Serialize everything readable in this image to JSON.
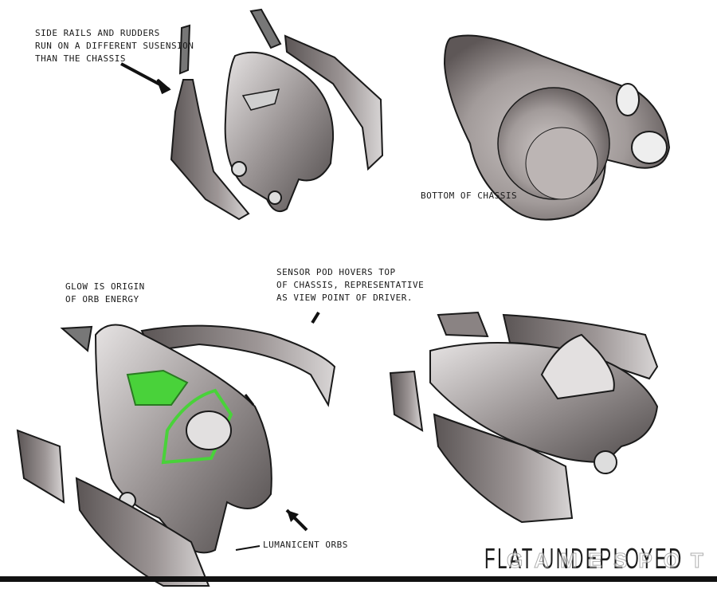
{
  "notes": {
    "side_rails": "SIDE RAILS AND RUDDERS\nRUN ON A DIFFERENT SUSENSION\nTHAN THE CHASSIS",
    "bottom": "BOTTOM OF CHASSIS",
    "glow": "GLOW IS ORIGIN\nOF ORB ENERGY",
    "sensor": "SENSOR POD HOVERS TOP\nOF CHASSIS, REPRESENTATIVE\nAS VIEW POINT OF DRIVER.",
    "orbs": "LUMANICENT ORBS"
  },
  "title": "FLAT UNDEPLOYED",
  "watermark": "GAMESPOT",
  "colors": {
    "hull_dark": "#4a4646",
    "hull_mid": "#8c8787",
    "hull_light": "#d9d6d6",
    "glow": "#49d23a",
    "ink": "#1a1a1a"
  }
}
